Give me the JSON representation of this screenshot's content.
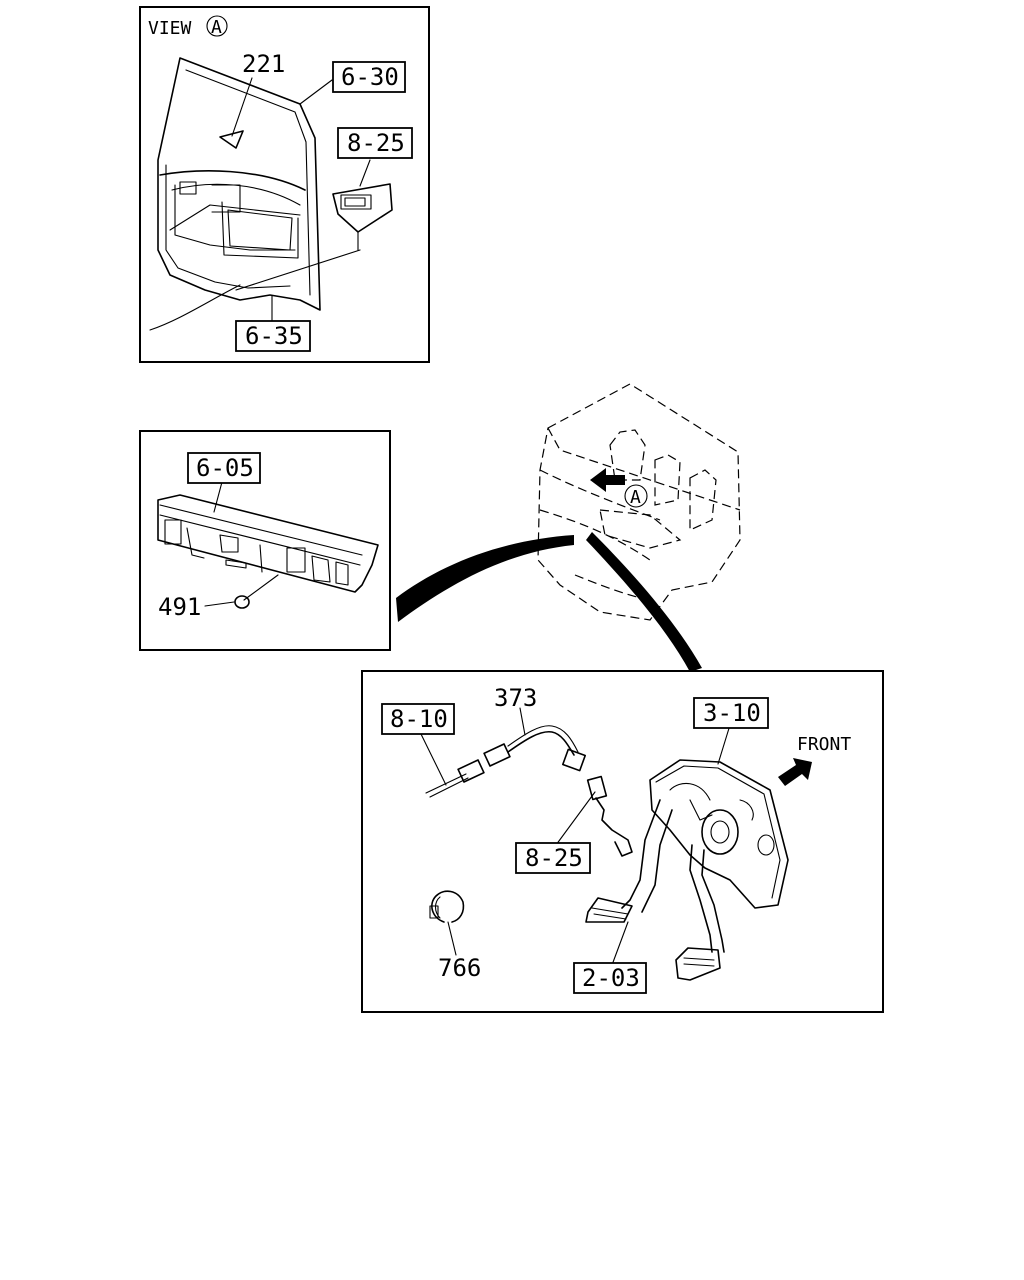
{
  "view_title": {
    "text": "VIEW",
    "circle_letter": "A"
  },
  "marker_letter": "A",
  "front_label": "FRONT",
  "callouts": {
    "c221": "221",
    "c6_30": "6-30",
    "c8_25_top": "8-25",
    "c6_35": "6-35",
    "c6_05": "6-05",
    "c491": "491",
    "c8_10": "8-10",
    "c373": "373",
    "c3_10": "3-10",
    "c8_25_mid": "8-25",
    "c766": "766",
    "c2_03": "2-03"
  }
}
